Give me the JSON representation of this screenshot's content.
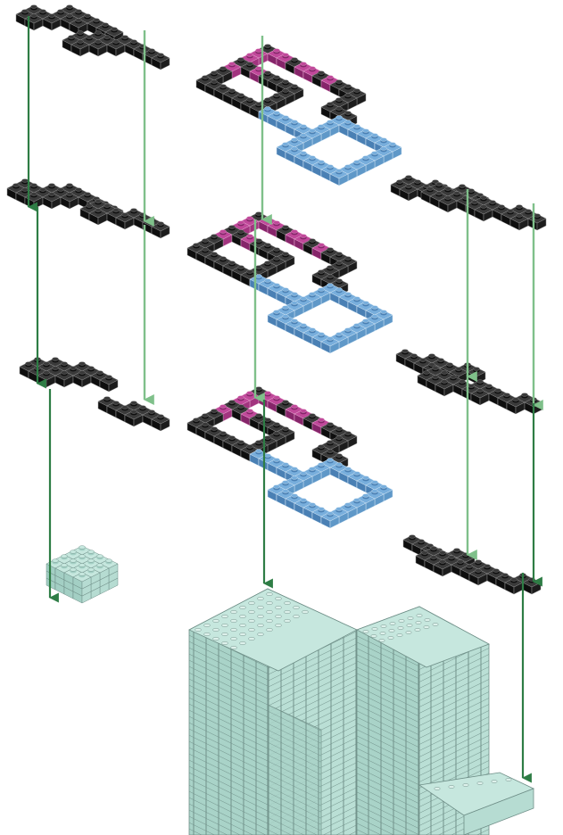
{
  "diagram": {
    "kind": "exploded isometric brick assembly",
    "text_labels": [],
    "colors": {
      "background": "#ffffff",
      "brick_black_top": "#3a3a3a",
      "brick_black_left": "#0e0e0e",
      "brick_black_right": "#1c1c1c",
      "brick_magenta_top": "#c0489a",
      "brick_magenta_left": "#86256a",
      "brick_magenta_right": "#a2347f",
      "brick_blue_top": "#78aedc",
      "brick_blue_left": "#4a80b4",
      "brick_blue_right": "#5f98c8",
      "brick_mint_top": "#c6e7de",
      "brick_mint_left": "#a3cfc4",
      "brick_mint_right": "#b6dcd2",
      "brick_outline_dark": "#8c8c8c",
      "brick_outline_mint": "#6f8f88",
      "arrow_dark": "#2e7d45",
      "arrow_light": "#7fc08a"
    },
    "assembly_groups": [
      {
        "id": "left-column",
        "layers": 3,
        "colors": [
          "black"
        ],
        "target": "small-mint-block"
      },
      {
        "id": "center-frame",
        "layers": 3,
        "colors": [
          "black",
          "magenta",
          "blue"
        ],
        "target": "large-mint-structure"
      },
      {
        "id": "right-column",
        "layers": 3,
        "colors": [
          "black"
        ],
        "target": "large-mint-structure"
      }
    ]
  }
}
